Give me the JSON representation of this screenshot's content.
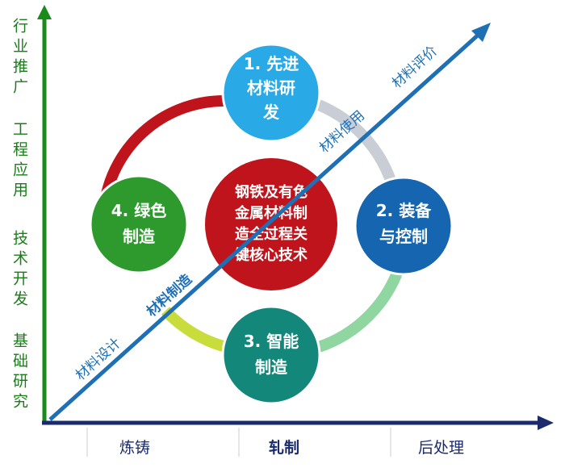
{
  "y_axis_labels": [
    "行业推广",
    "工程应用",
    "技术开发",
    "基础研究"
  ],
  "x_axis_labels": [
    "炼铸",
    "轧制",
    "后处理"
  ],
  "center": {
    "lines": [
      "钢铁及有色",
      "金属材料制",
      "造全过程关",
      "键核心技术"
    ]
  },
  "nodes": [
    {
      "lines": [
        "1. 先进",
        "材料研",
        "发"
      ]
    },
    {
      "lines": [
        "2. 装备",
        "与控制"
      ]
    },
    {
      "lines": [
        "3. 智能",
        "制造"
      ]
    },
    {
      "lines": [
        "4. 绿色",
        "制造"
      ]
    }
  ],
  "diagonal_labels": [
    "材料设计",
    "材料制造",
    "材料使用",
    "材料评价"
  ],
  "colors": {
    "y_axis": "#1a8a1a",
    "x_axis": "#1a2a6c",
    "diagonal": "#1f6fb5",
    "center": "#c0141c",
    "node_1": "#29a9e6",
    "node_2": "#1565b0",
    "node_3": "#12877a",
    "node_4": "#2e9a2e"
  }
}
